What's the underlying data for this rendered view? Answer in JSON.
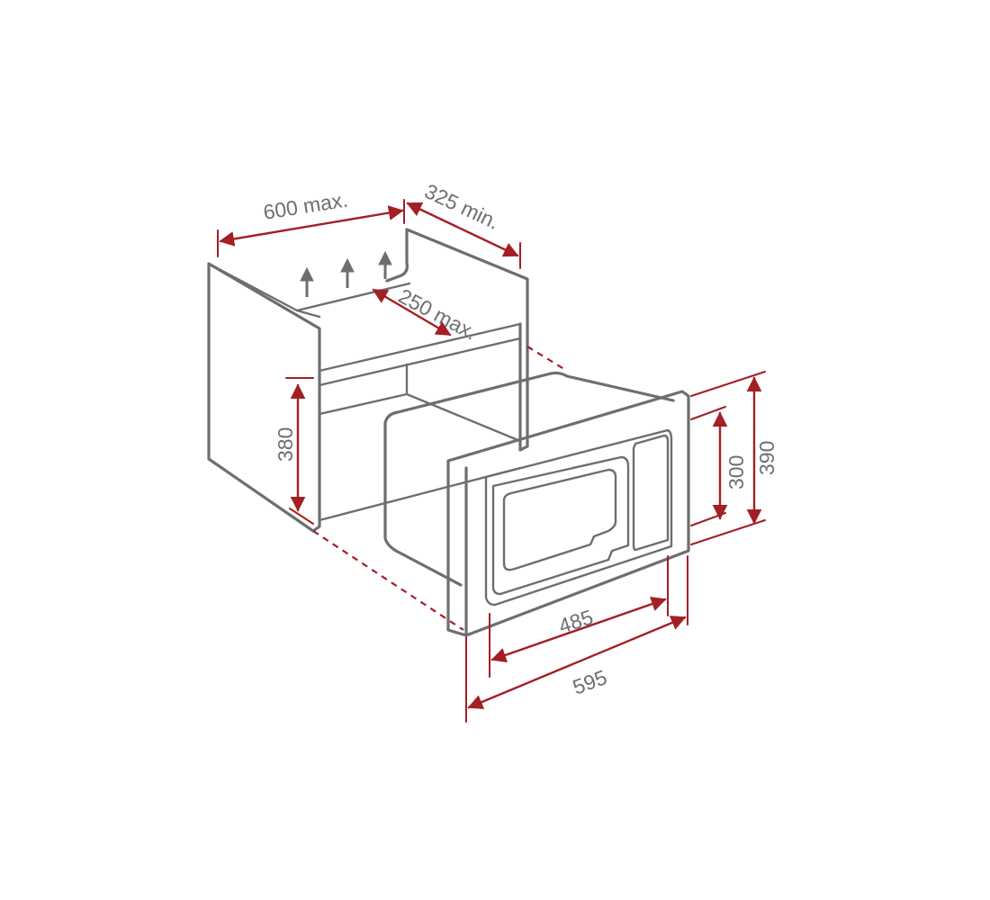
{
  "dimensions": {
    "cabinet_width": "600 max.",
    "cabinet_depth": "325 min.",
    "top_opening_depth": "250 max.",
    "cabinet_opening_height": "380",
    "frame_height": "390",
    "oven_height": "300",
    "oven_width": "485",
    "frame_width": "595"
  },
  "colors": {
    "outline": "#6d6e71",
    "dimension": "#a31f24",
    "text": "#6d6e71"
  },
  "icons": [
    "ventilation-arrow-icon",
    "ventilation-arrow-icon",
    "ventilation-arrow-icon"
  ]
}
